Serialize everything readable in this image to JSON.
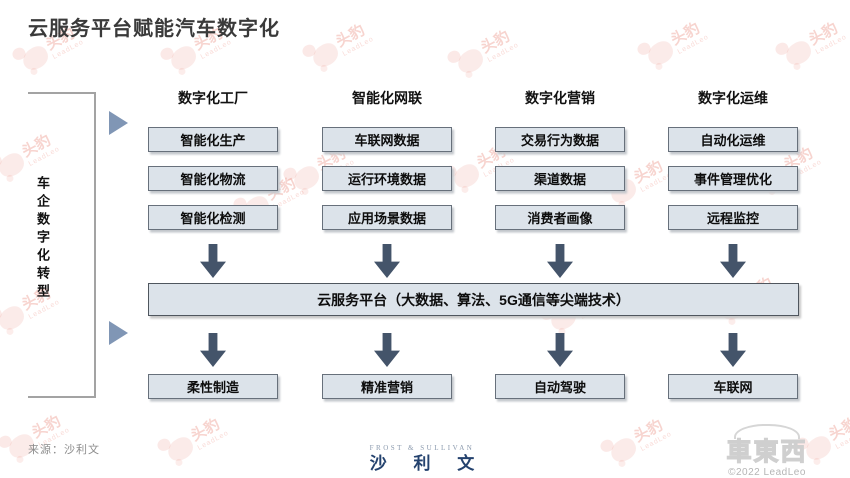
{
  "title": "云服务平台赋能汽车数字化",
  "side_label": "车企数字化转型",
  "columns": [
    {
      "header": "数字化工厂",
      "boxes": [
        "智能化生产",
        "智能化物流",
        "智能化检测"
      ],
      "outcome": "柔性制造"
    },
    {
      "header": "智能化网联",
      "boxes": [
        "车联网数据",
        "运行环境数据",
        "应用场景数据"
      ],
      "outcome": "精准营销"
    },
    {
      "header": "数字化营销",
      "boxes": [
        "交易行为数据",
        "渠道数据",
        "消费者画像"
      ],
      "outcome": "自动驾驶"
    },
    {
      "header": "数字化运维",
      "boxes": [
        "自动化运维",
        "事件管理优化",
        "远程监控"
      ],
      "outcome": "车联网"
    }
  ],
  "platform_band": "云服务平台（大数据、算法、5G通信等尖端技术）",
  "source": "来源：沙利文",
  "footer_logo": {
    "en": "FROST & SULLIVAN",
    "cn": "沙 利 文"
  },
  "watermark": {
    "cn": "头豹",
    "en": "LeadLeo"
  },
  "bottom_right": {
    "logo": "車東西",
    "copyright": "©2022 LeadLeo"
  },
  "colors": {
    "arrow": "#44546a",
    "box_fill": "#dce3ea",
    "triangle": "#8096b5",
    "accent_red": "#e2584a",
    "navy": "#24426e"
  }
}
